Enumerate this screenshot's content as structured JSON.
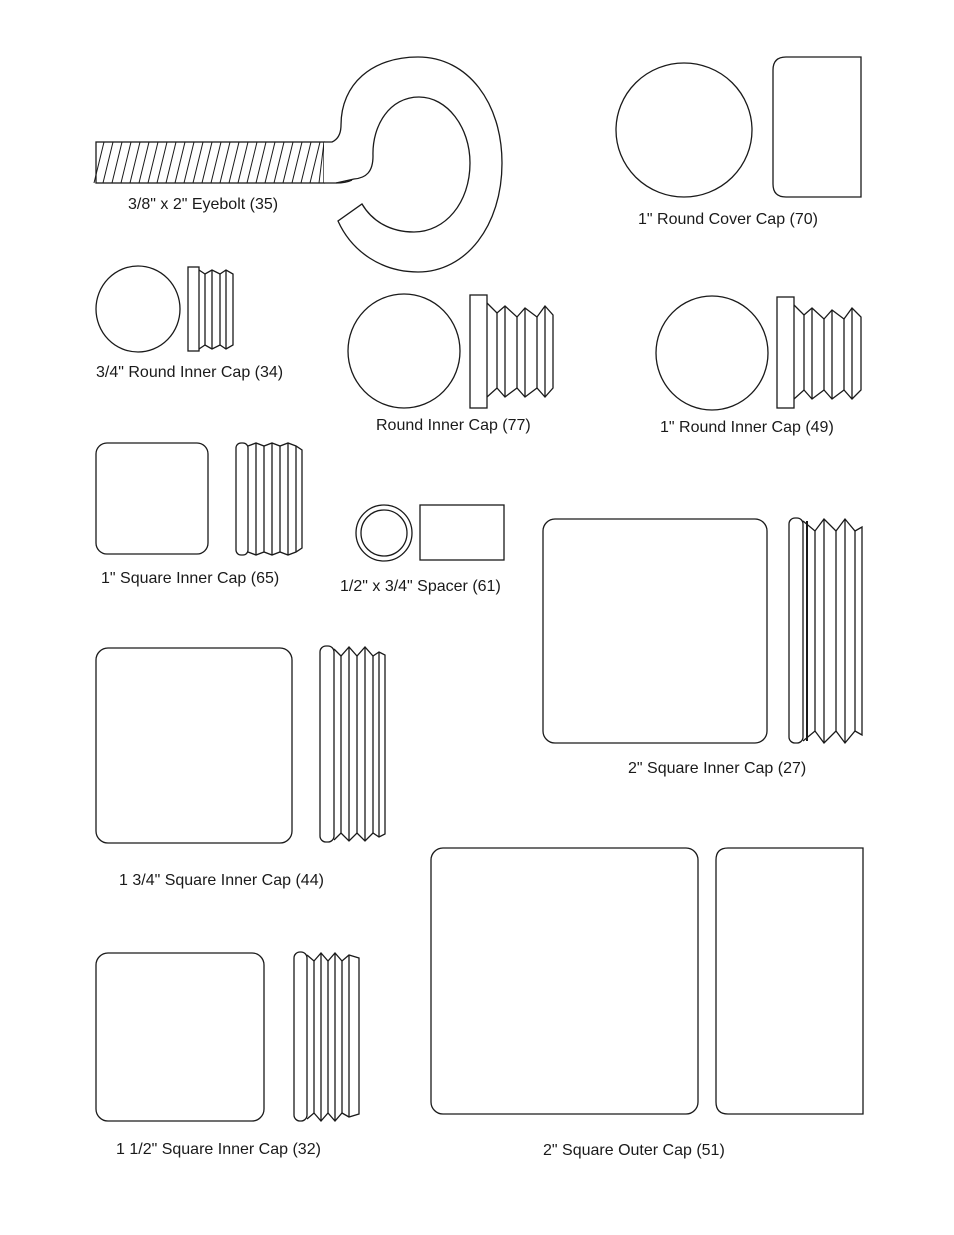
{
  "parts": {
    "eyebolt_35": "3/8\" x 2\" Eyebolt (35)",
    "round_cover_cap_70": "1\" Round Cover Cap (70)",
    "round_inner_cap_34": "3/4\" Round Inner Cap (34)",
    "round_inner_cap_77": "Round Inner Cap (77)",
    "round_inner_cap_49": "1\" Round Inner Cap (49)",
    "square_inner_cap_65": "1\" Square Inner Cap (65)",
    "spacer_61": "1/2\" x 3/4\" Spacer (61)",
    "square_inner_cap_27": "2\" Square Inner Cap (27)",
    "square_inner_cap_44": "1 3/4\" Square Inner Cap (44)",
    "square_inner_cap_32": "1 1/2\" Square Inner Cap (32)",
    "square_outer_cap_51": "2\" Square Outer Cap (51)"
  }
}
